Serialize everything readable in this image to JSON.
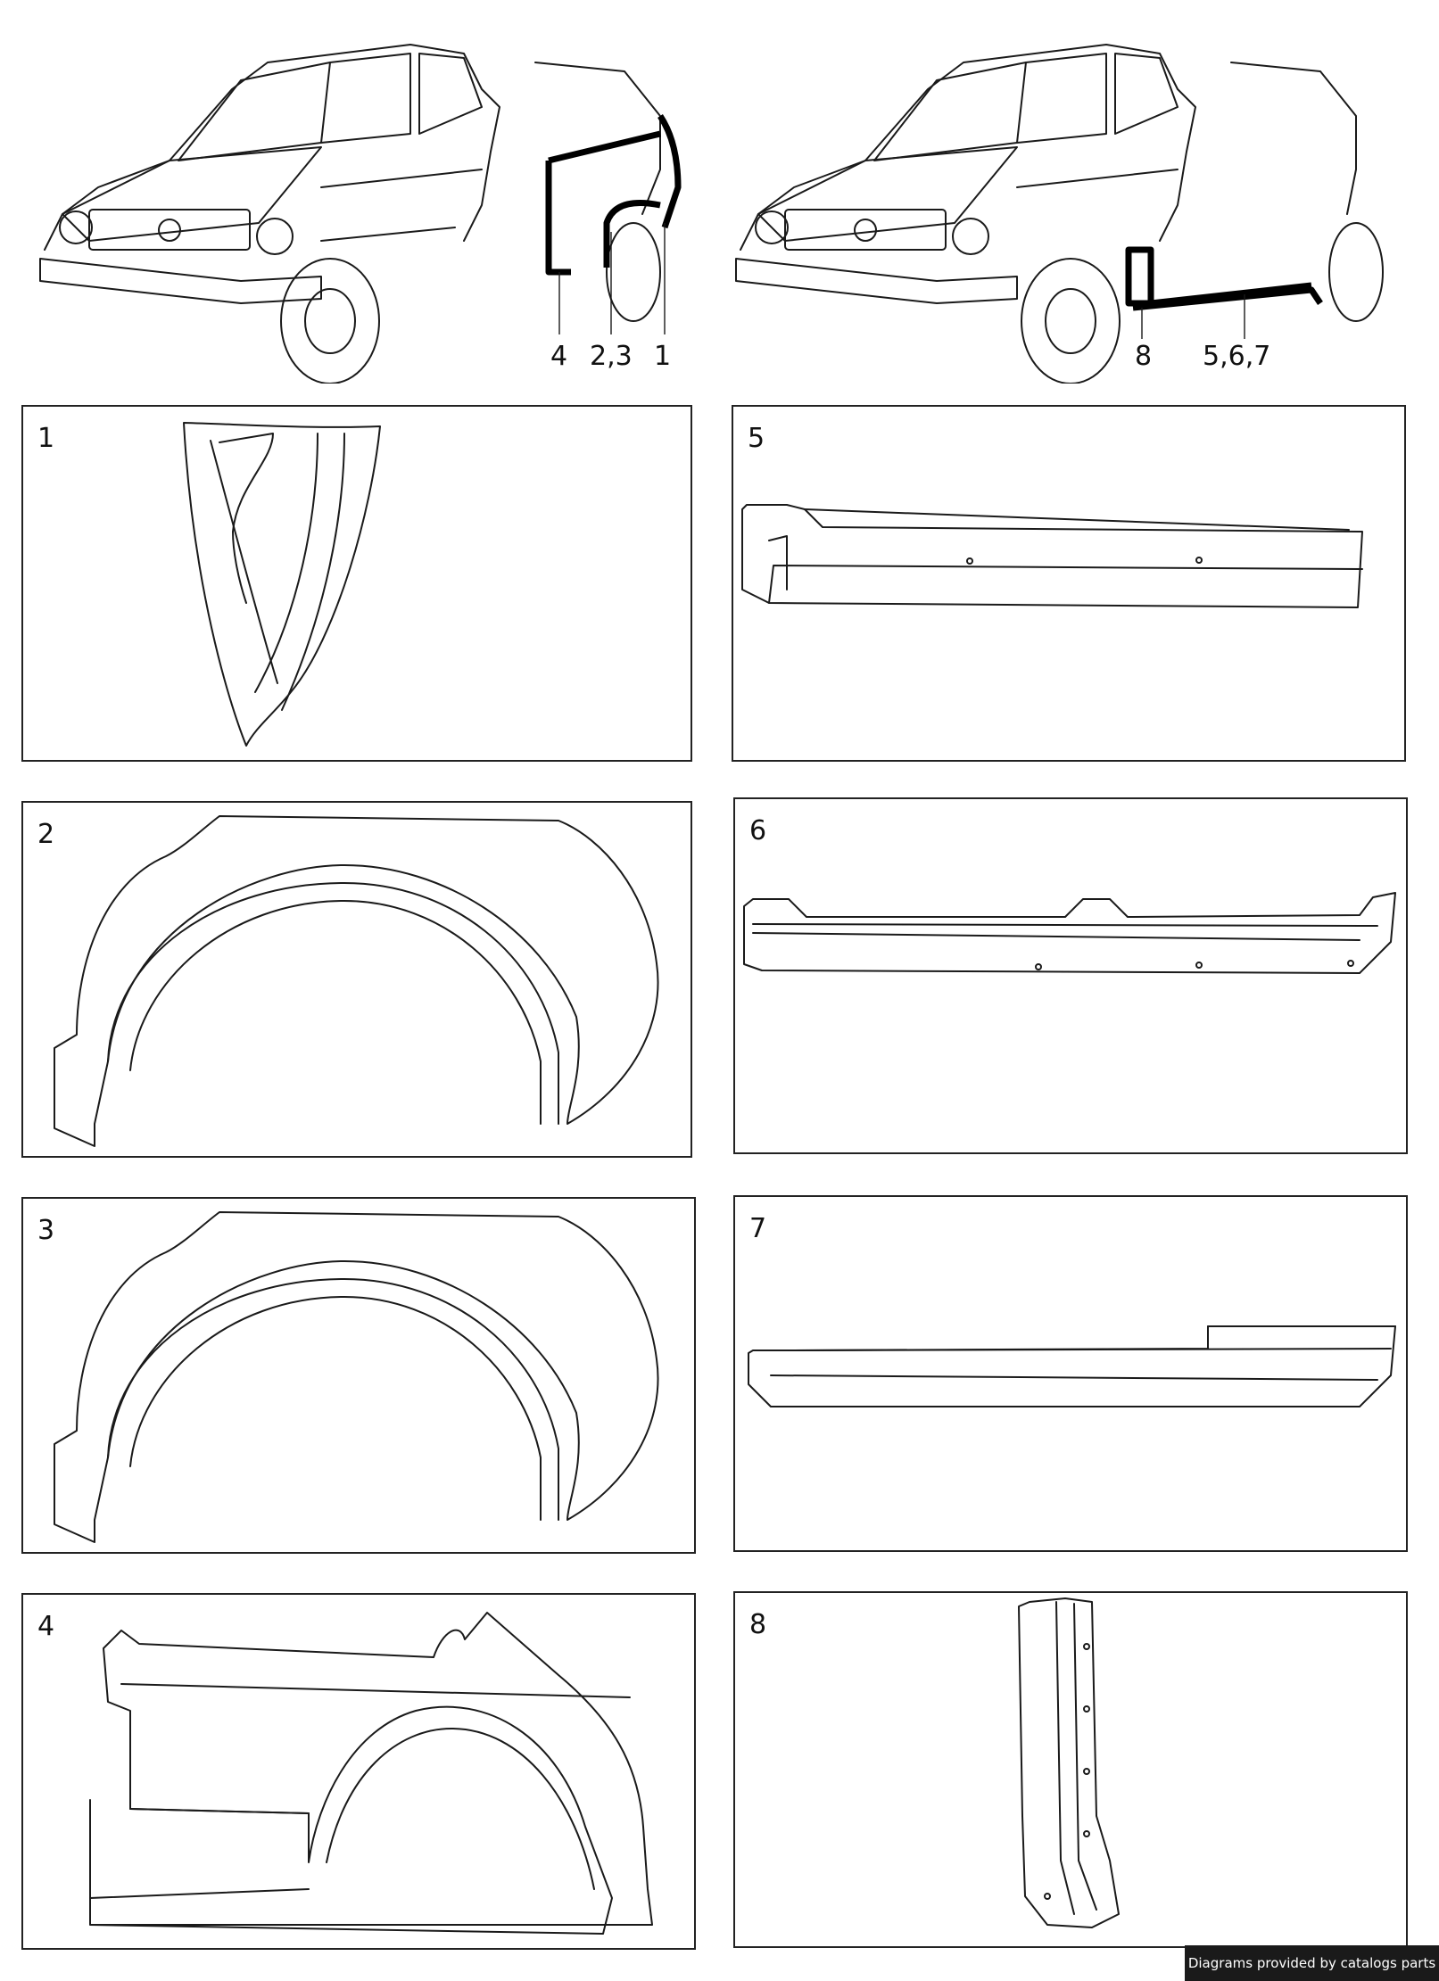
{
  "diagram": {
    "left_car": {
      "callouts": [
        "4",
        "2,3",
        "1"
      ]
    },
    "right_car": {
      "callouts": [
        "8",
        "5,6,7"
      ]
    },
    "panels": [
      {
        "number": "1"
      },
      {
        "number": "5"
      },
      {
        "number": "2"
      },
      {
        "number": "6"
      },
      {
        "number": "3"
      },
      {
        "number": "7"
      },
      {
        "number": "4"
      },
      {
        "number": "8"
      }
    ]
  },
  "footer": {
    "credit": "Diagrams provided by catalogs parts"
  }
}
